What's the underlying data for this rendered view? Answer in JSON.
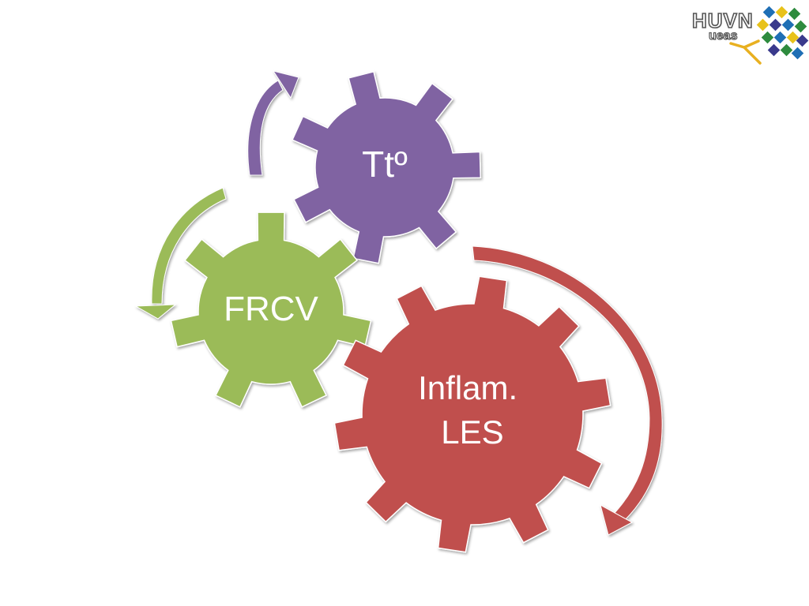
{
  "diagram": {
    "gears": [
      {
        "id": "inflam",
        "label_lines": [
          "Inflam.",
          "LES"
        ],
        "color": "#C0504D"
      },
      {
        "id": "frcv",
        "label_lines": [
          "FRCV"
        ],
        "color": "#9BBB59"
      },
      {
        "id": "tto",
        "label_lines": [
          "Ttº"
        ],
        "color": "#8064A2"
      }
    ],
    "arrow_colors": {
      "red": "#C0504D",
      "green": "#9BBB59",
      "purple": "#8064A2"
    }
  },
  "logo": {
    "text_top": "HUVN",
    "text_bottom": "ueas",
    "pattern_colors": [
      "#1F6FB5",
      "#E8C21A",
      "#2E8B3E",
      "#3A3A8C"
    ],
    "accent_color": "#E8B020"
  }
}
